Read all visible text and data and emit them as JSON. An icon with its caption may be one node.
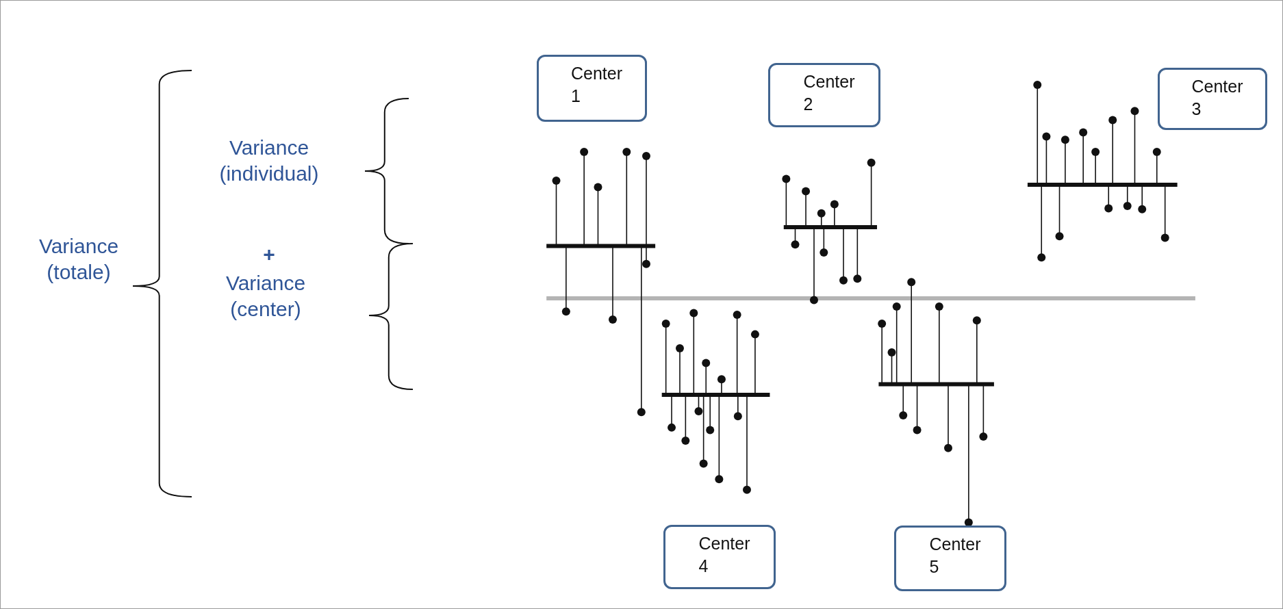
{
  "diagram": {
    "nodes": [
      {
        "text": [
          "Center 1"
        ]
      },
      {
        "text": [
          "Center 2"
        ]
      },
      {
        "text": [
          "Center 3"
        ]
      },
      {
        "text": [
          "Center 4"
        ]
      },
      {
        "text": [
          "Center 5"
        ]
      }
    ],
    "labels": [
      "Variance (totale)",
      "Variance (individual)",
      "+",
      "Variance (center)"
    ]
  }
}
